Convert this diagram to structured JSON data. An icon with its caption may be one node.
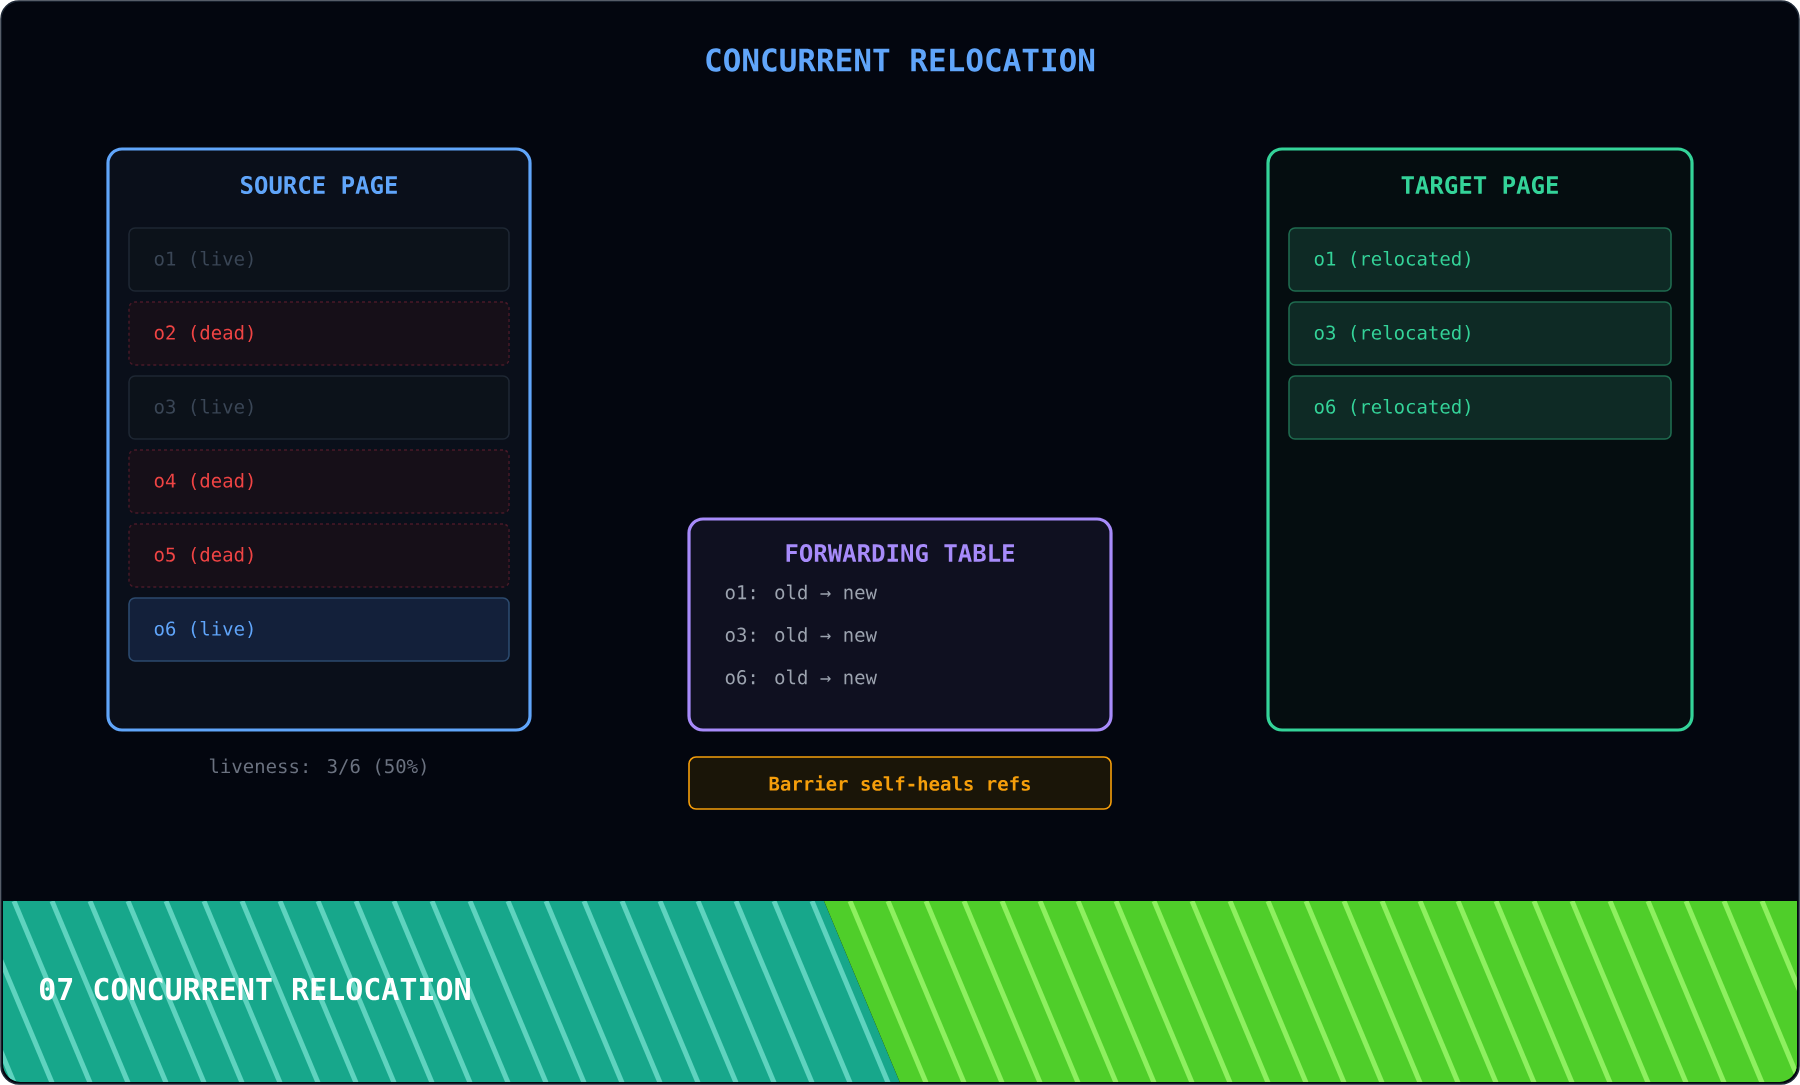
{
  "diagram": {
    "title": "CONCURRENT RELOCATION",
    "nodes": [
      {
        "text": [
          "SOURCE PAGE"
        ],
        "beside": [
          "liveness: 3/6 (50%)"
        ]
      },
      {
        "text": [
          "o1 (live)"
        ],
        "in": 0
      },
      {
        "text": [
          "o2 (dead)"
        ],
        "in": 0
      },
      {
        "text": [
          "o3 (live)"
        ],
        "in": 0
      },
      {
        "text": [
          "o4 (dead)"
        ],
        "in": 0
      },
      {
        "text": [
          "o5 (dead)"
        ],
        "in": 0
      },
      {
        "text": [
          "o6 (live)"
        ],
        "in": 0
      },
      {
        "text": [
          "TARGET PAGE"
        ]
      },
      {
        "text": [
          "o1 (relocated)"
        ],
        "in": 7
      },
      {
        "text": [
          "o3 (relocated)"
        ],
        "in": 7
      },
      {
        "text": [
          "o6 (relocated)"
        ],
        "in": 7
      },
      {
        "text": [
          "FORWARDING TABLE",
          "o1: old → new",
          "o3: old → new",
          "o6: old → new"
        ]
      },
      {
        "text": [
          "Barrier self-heals refs"
        ]
      },
      {
        "text": [
          "07 CONCURRENT RELOCATION"
        ]
      }
    ]
  }
}
